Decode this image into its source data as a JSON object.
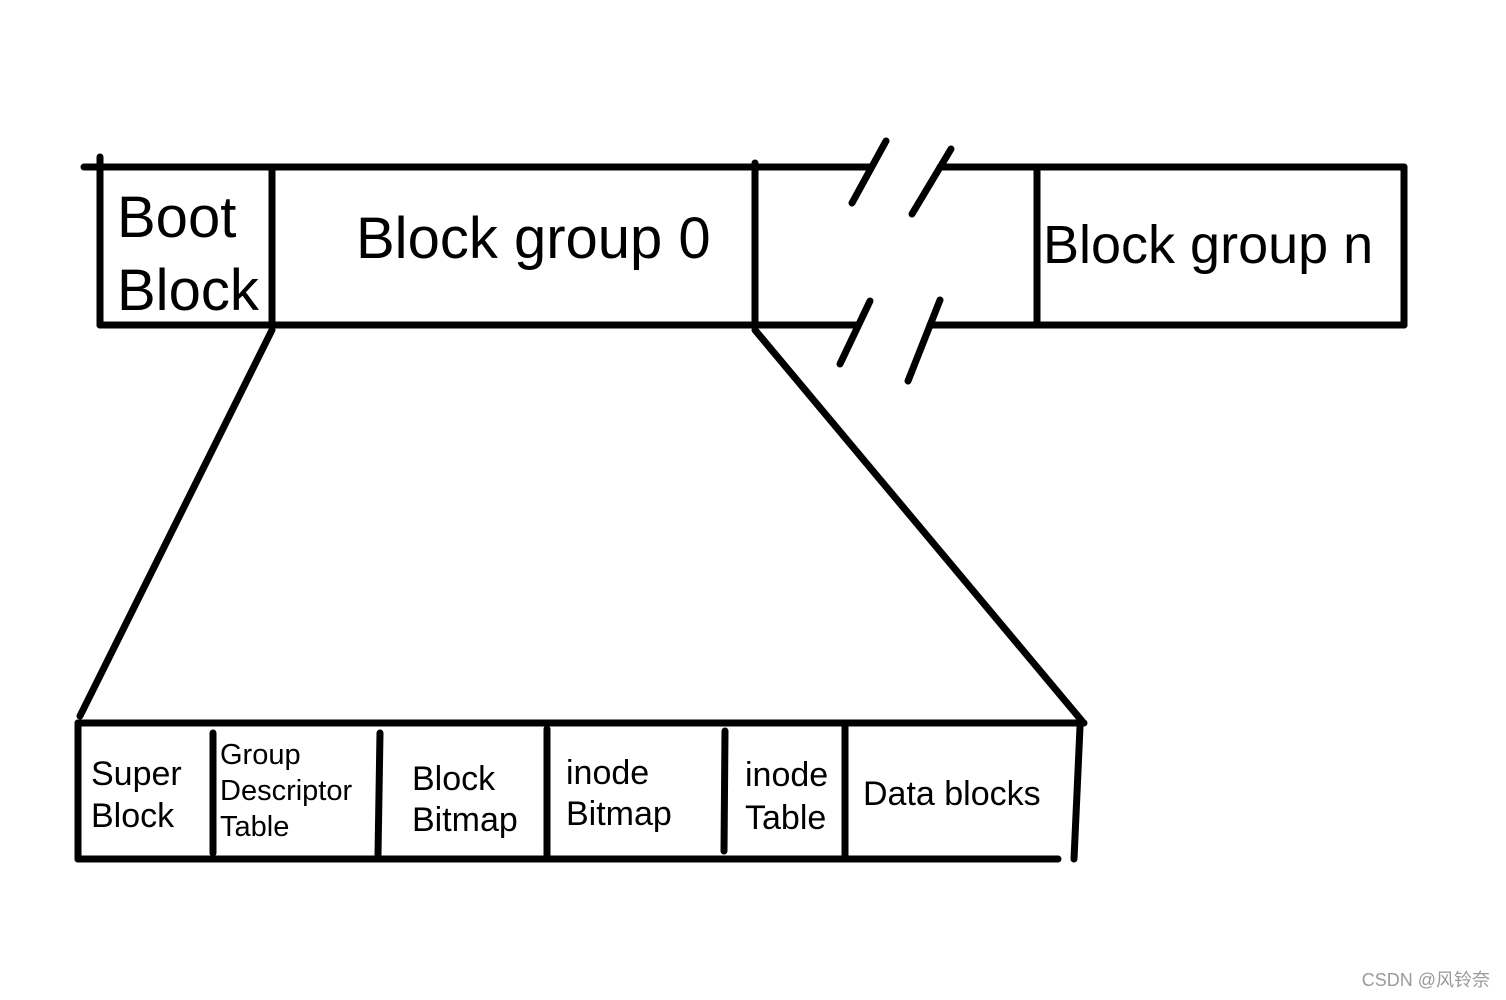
{
  "top_row": {
    "boot_block": {
      "line1": "Boot",
      "line2": "Block"
    },
    "block_group_0": "Block group 0",
    "block_group_n": "Block group n"
  },
  "detail_row": {
    "super_block": {
      "line1": "Super",
      "line2": "Block"
    },
    "group_descriptor_table": {
      "line1": "Group",
      "line2": "Descriptor",
      "line3": "Table"
    },
    "block_bitmap": {
      "line1": "Block",
      "line2": "Bitmap"
    },
    "inode_bitmap": {
      "line1": "inode",
      "line2": "Bitmap"
    },
    "inode_table": {
      "line1": "inode",
      "line2": "Table"
    },
    "data_blocks": "Data blocks"
  },
  "watermark": "CSDN @风铃奈",
  "colors": {
    "stroke": "#000000",
    "background": "#ffffff",
    "watermark": "#9a9a9a"
  }
}
